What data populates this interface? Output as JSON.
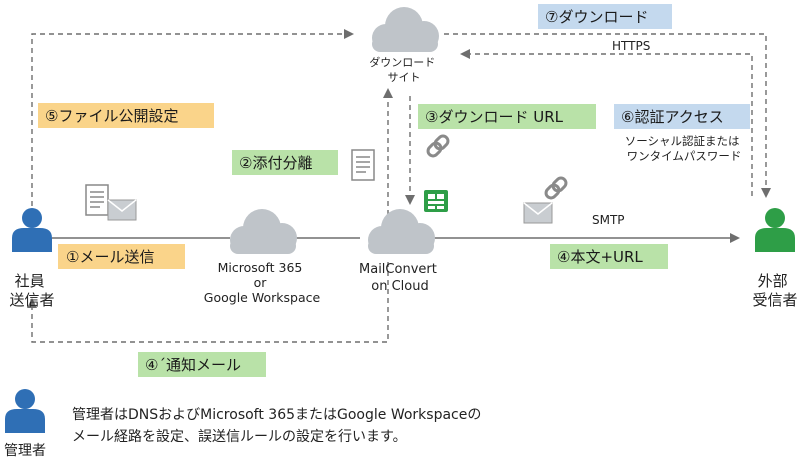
{
  "colors": {
    "orange": "#FAD48A",
    "green": "#B9E2A8",
    "blue": "#C4D9EE",
    "person_blue": "#2F6FB5",
    "person_green": "#2E9E47",
    "cloud": "#BFC4C9",
    "arrow": "#6E6E6E"
  },
  "actors": {
    "sender": "社員\n送信者",
    "recipient": "外部\n受信者",
    "admin": "管理者"
  },
  "nodes": {
    "download_site": "ダウンロード\nサイト",
    "microsoft": "Microsoft 365\nor\nGoogle Workspace",
    "mailconvert": "MailConvert\non Cloud"
  },
  "steps": {
    "s1": "①メール送信",
    "s2": "②添付分離",
    "s3": "③ダウンロード URL",
    "s4a": "④本文+URL",
    "s4b": "④´通知メール",
    "s5": "⑤ファイル公開設定",
    "s6": "⑥認証アクセス",
    "s7": "⑦ダウンロード"
  },
  "labels": {
    "smtp": "SMTP",
    "https": "HTTPS",
    "auth_note": "ソーシャル認証または\nワンタイムパスワード"
  },
  "footer": {
    "note": "管理者はDNSおよびMicrosoft 365またはGoogle Workspaceの\nメール経路を設定、誤送信ルールの設定を行います。"
  },
  "icons": {
    "person": "person-icon",
    "cloud": "cloud-icon",
    "mail": "mail-icon",
    "document": "document-icon",
    "link": "link-icon",
    "logo": "mailconvert-logo-icon"
  }
}
